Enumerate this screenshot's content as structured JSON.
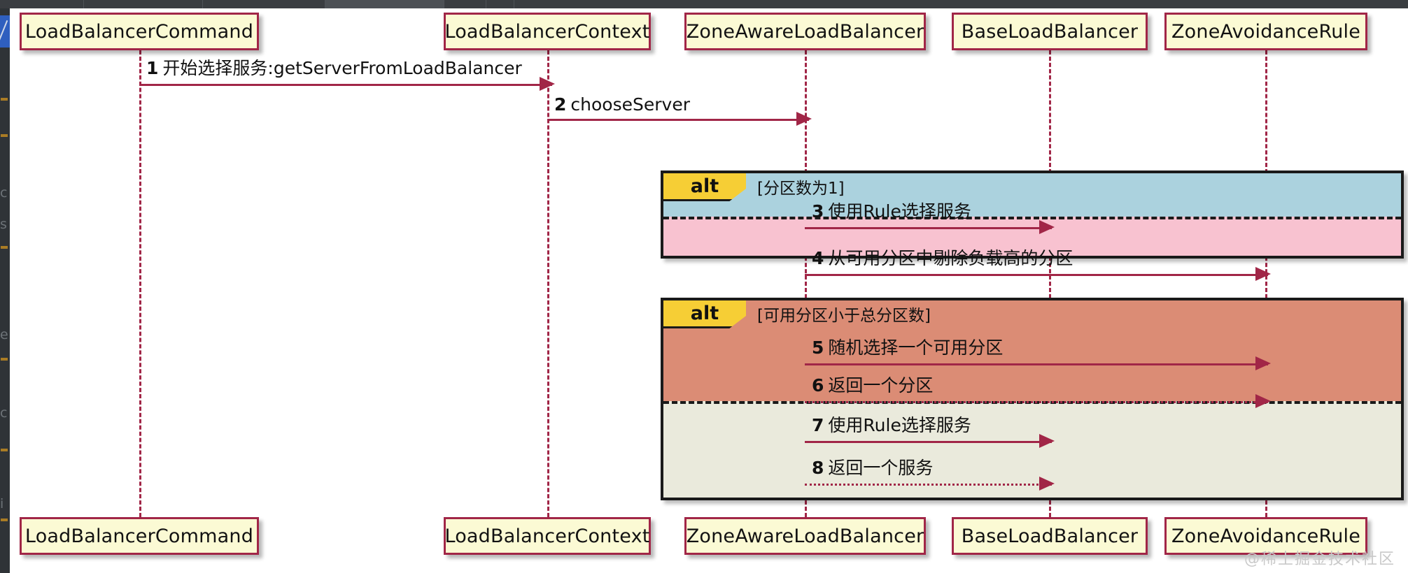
{
  "diagram": {
    "type": "uml-sequence-diagram",
    "title": "Ribbon ZoneAwareLoadBalancer server selection sequence",
    "watermark": "@稀土掘金技术社区",
    "colors": {
      "participant_fill": "#FBFAD4",
      "participant_border": "#A12647",
      "lifeline": "#A12647",
      "arrow": "#A12647",
      "frame_border": "#1a1a1a",
      "alt_tag_fill": "#F6CE35",
      "alt1_band1_fill": "#ABD2DE",
      "alt1_band2_fill": "#F8C2D0",
      "alt2_band1_fill": "#DB8C75",
      "alt2_band2_fill": "#EAEADC"
    }
  },
  "participants": [
    {
      "id": "lbcommand",
      "label": "LoadBalancerCommand"
    },
    {
      "id": "lbcontext",
      "label": "LoadBalancerContext"
    },
    {
      "id": "zonealb",
      "label": "ZoneAwareLoadBalancer"
    },
    {
      "id": "baselb",
      "label": "BaseLoadBalancer"
    },
    {
      "id": "zonerule",
      "label": "ZoneAvoidanceRule"
    }
  ],
  "messages": [
    {
      "num": "1",
      "text": "开始选择服务:getServerFromLoadBalancer",
      "from": "lbcommand",
      "to": "lbcontext",
      "style": "solid"
    },
    {
      "num": "2",
      "text": "chooseServer",
      "from": "lbcontext",
      "to": "zonealb",
      "style": "solid"
    },
    {
      "num": "3",
      "text": "使用Rule选择服务",
      "from": "zonealb",
      "to": "baselb",
      "style": "solid"
    },
    {
      "num": "4",
      "text": "从可用分区中剔除负载高的分区",
      "from": "zonealb",
      "to": "zonerule",
      "style": "solid"
    },
    {
      "num": "5",
      "text": "随机选择一个可用分区",
      "from": "zonealb",
      "to": "zonerule",
      "style": "solid"
    },
    {
      "num": "6",
      "text": "返回一个分区",
      "from": "zonealb",
      "to": "zonerule",
      "style": "dotted"
    },
    {
      "num": "7",
      "text": "使用Rule选择服务",
      "from": "zonealb",
      "to": "baselb",
      "style": "solid"
    },
    {
      "num": "8",
      "text": "返回一个服务",
      "from": "zonealb",
      "to": "baselb",
      "style": "dotted"
    }
  ],
  "fragments": [
    {
      "id": "alt-1",
      "operator": "alt",
      "guard": "[分区数为1]",
      "bands": [
        {
          "fill": "#ABD2DE",
          "messages": [
            "3"
          ]
        },
        {
          "fill": "#F8C2D0",
          "messages": [
            "4"
          ]
        }
      ]
    },
    {
      "id": "alt-2",
      "operator": "alt",
      "guard": "[可用分区小于总分区数]",
      "bands": [
        {
          "fill": "#DB8C75",
          "messages": [
            "5",
            "6"
          ]
        },
        {
          "fill": "#EAEADC",
          "messages": [
            "7",
            "8"
          ]
        }
      ]
    }
  ]
}
